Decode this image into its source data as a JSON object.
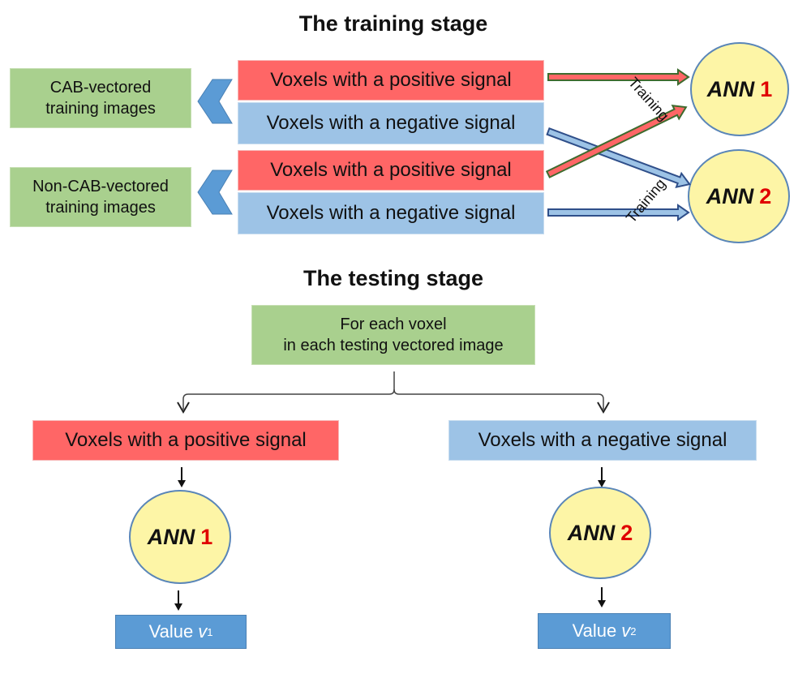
{
  "training": {
    "title": "The training stage",
    "sources": [
      {
        "label_line1": "CAB-vectored",
        "label_line2": "training images"
      },
      {
        "label_line1": "Non-CAB-vectored",
        "label_line2": "training images"
      }
    ],
    "signals": [
      {
        "label": "Voxels with a positive signal",
        "type": "positive"
      },
      {
        "label": "Voxels with a negative signal",
        "type": "negative"
      },
      {
        "label": "Voxels with a positive signal",
        "type": "positive"
      },
      {
        "label": "Voxels with a negative signal",
        "type": "negative"
      }
    ],
    "edge_labels": [
      "Training",
      "Training"
    ],
    "networks": [
      {
        "name": "ANN",
        "number": "1"
      },
      {
        "name": "ANN",
        "number": "2"
      }
    ]
  },
  "testing": {
    "title": "The testing stage",
    "input_line1": "For each voxel",
    "input_line2": "in each testing vectored image",
    "branches": [
      {
        "signal": "Voxels with a positive signal",
        "network_name": "ANN",
        "network_number": "1",
        "value_label": "Value",
        "value_var": "v",
        "value_sub": "1"
      },
      {
        "signal": "Voxels with a negative signal",
        "network_name": "ANN",
        "network_number": "2",
        "value_label": "Value",
        "value_var": "v",
        "value_sub": "2"
      }
    ]
  },
  "colors": {
    "positive": "#ff6666",
    "negative": "#9dc3e6",
    "source": "#a9d08e",
    "network": "#fdf5a6",
    "value": "#5b9bd5",
    "network_number": "#e00000"
  }
}
